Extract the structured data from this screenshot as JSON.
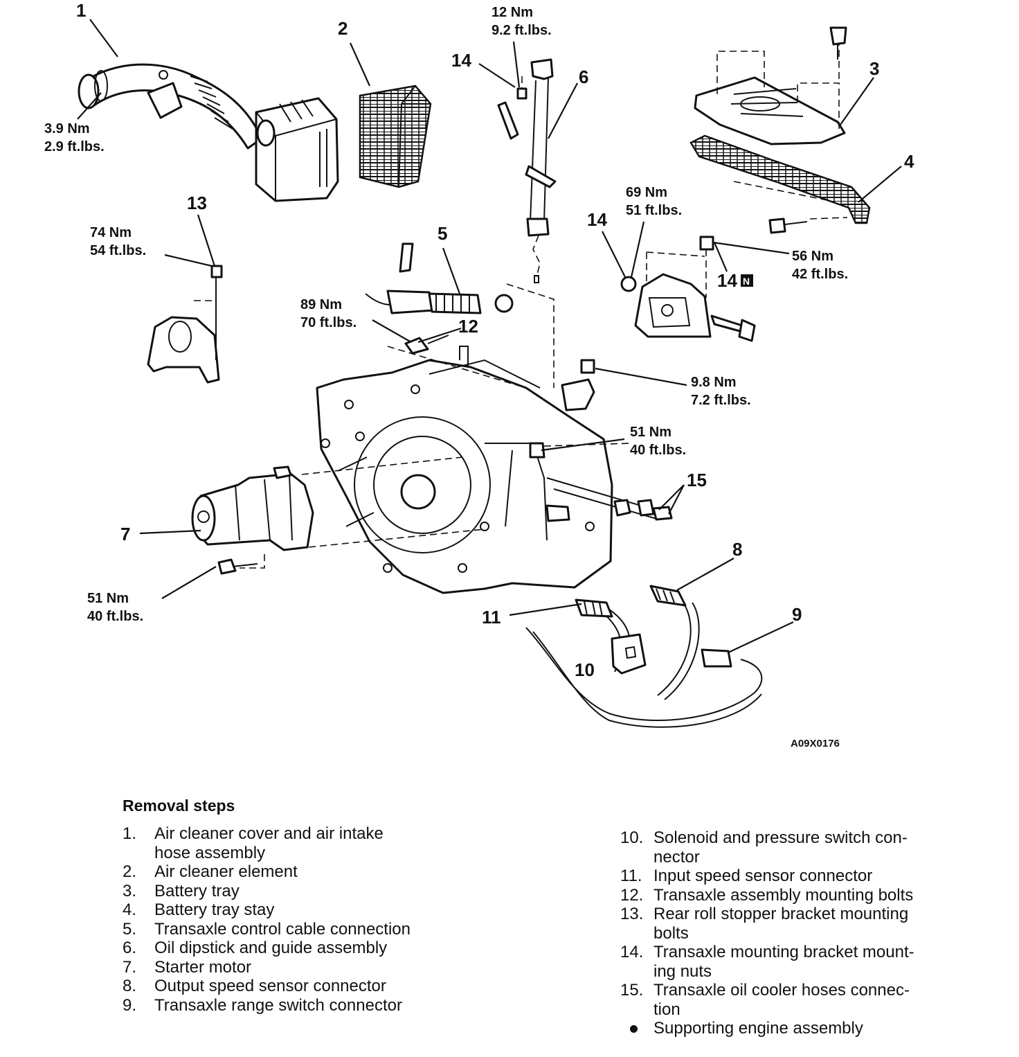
{
  "diagram": {
    "callouts": [
      "1",
      "2",
      "3",
      "4",
      "5",
      "6",
      "7",
      "8",
      "9",
      "10",
      "11",
      "12",
      "13",
      "14",
      "14",
      "15"
    ],
    "nut_callout": "14",
    "nut_badge": "N",
    "torques": [
      {
        "nm": "3.9 Nm",
        "ft": "2.9 ft.lbs."
      },
      {
        "nm": "12 Nm",
        "ft": "9.2 ft.lbs."
      },
      {
        "nm": "74 Nm",
        "ft": "54 ft.lbs."
      },
      {
        "nm": "69 Nm",
        "ft": "51 ft.lbs."
      },
      {
        "nm": "56 Nm",
        "ft": "42 ft.lbs."
      },
      {
        "nm": "89 Nm",
        "ft": "70 ft.lbs."
      },
      {
        "nm": "9.8 Nm",
        "ft": "7.2 ft.lbs."
      },
      {
        "nm": "51 Nm",
        "ft": "40 ft.lbs."
      },
      {
        "nm": "51 Nm",
        "ft": "40 ft.lbs."
      }
    ],
    "figure_code": "A09X0176"
  },
  "removal": {
    "title": "Removal steps",
    "left": [
      {
        "n": "1.",
        "l1": "Air cleaner cover and air intake",
        "l2": "hose assembly"
      },
      {
        "n": "2.",
        "l1": "Air cleaner element"
      },
      {
        "n": "3.",
        "l1": "Battery tray"
      },
      {
        "n": "4.",
        "l1": "Battery tray stay"
      },
      {
        "n": "5.",
        "l1": "Transaxle control cable connection"
      },
      {
        "n": "6.",
        "l1": "Oil dipstick and guide assembly"
      },
      {
        "n": "7.",
        "l1": "Starter motor"
      },
      {
        "n": "8.",
        "l1": "Output speed sensor connector"
      },
      {
        "n": "9.",
        "l1": "Transaxle range switch connector"
      }
    ],
    "right": [
      {
        "n": "10.",
        "l1": "Solenoid and pressure switch con-",
        "l2": "nector"
      },
      {
        "n": "11.",
        "l1": "Input speed sensor connector"
      },
      {
        "n": "12.",
        "l1": "Transaxle assembly mounting bolts"
      },
      {
        "n": "13.",
        "l1": "Rear roll stopper bracket mounting",
        "l2": "bolts"
      },
      {
        "n": "14.",
        "l1": "Transaxle mounting bracket mount-",
        "l2": "ing nuts"
      },
      {
        "n": "15.",
        "l1": "Transaxle oil cooler hoses connec-",
        "l2": "tion"
      }
    ],
    "note": "Supporting engine assembly"
  }
}
